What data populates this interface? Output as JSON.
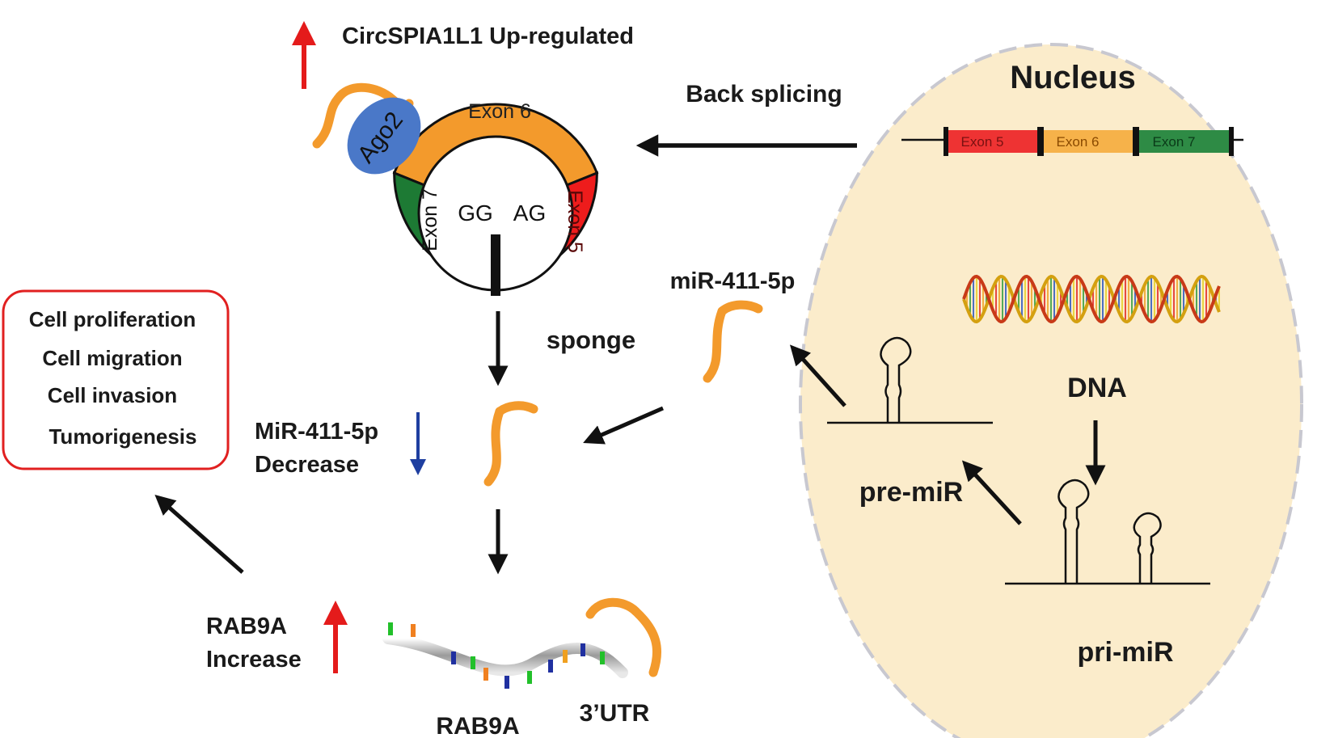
{
  "title": "CircSPIA1L1 Up-regulated",
  "nucleus": {
    "label": "Nucleus",
    "gene_exons": [
      "Exon 5",
      "Exon 6",
      "Exon 7"
    ],
    "dna_label": "DNA",
    "pri_mir_label": "pri-miR",
    "pre_mir_label": "pre-miR"
  },
  "back_splicing_label": "Back splicing",
  "circ_rna": {
    "exon6_label": "Exon 6",
    "exon7_label": "Exon 7",
    "exon5_label": "Exon 5",
    "junction_left": "GG",
    "junction_right": "AG",
    "ago2_label": "Ago2"
  },
  "mirna_label": "miR-411-5p",
  "sponge_label": "sponge",
  "mir_decrease": {
    "line1": "MiR-411-5p",
    "line2": "Decrease"
  },
  "rab9a_increase": {
    "line1": "RAB9A",
    "line2": "Increase"
  },
  "rab9a_label": "RAB9A",
  "utr_label": "3’UTR",
  "phenotypes": [
    "Cell proliferation",
    "Cell migration",
    "Cell invasion",
    "Tumorigenesis"
  ],
  "colors": {
    "exon5": "#ee1c1c",
    "exon6": "#f39a2c",
    "exon7": "#1d7a34",
    "ago2": "#4a78c8",
    "mirna": "#f39a2c",
    "up_arrow": "#e41b1b",
    "down_arrow": "#1f3fa0",
    "nucleus_fill": "#fbeccb",
    "phenotype_border": "#e12020"
  }
}
